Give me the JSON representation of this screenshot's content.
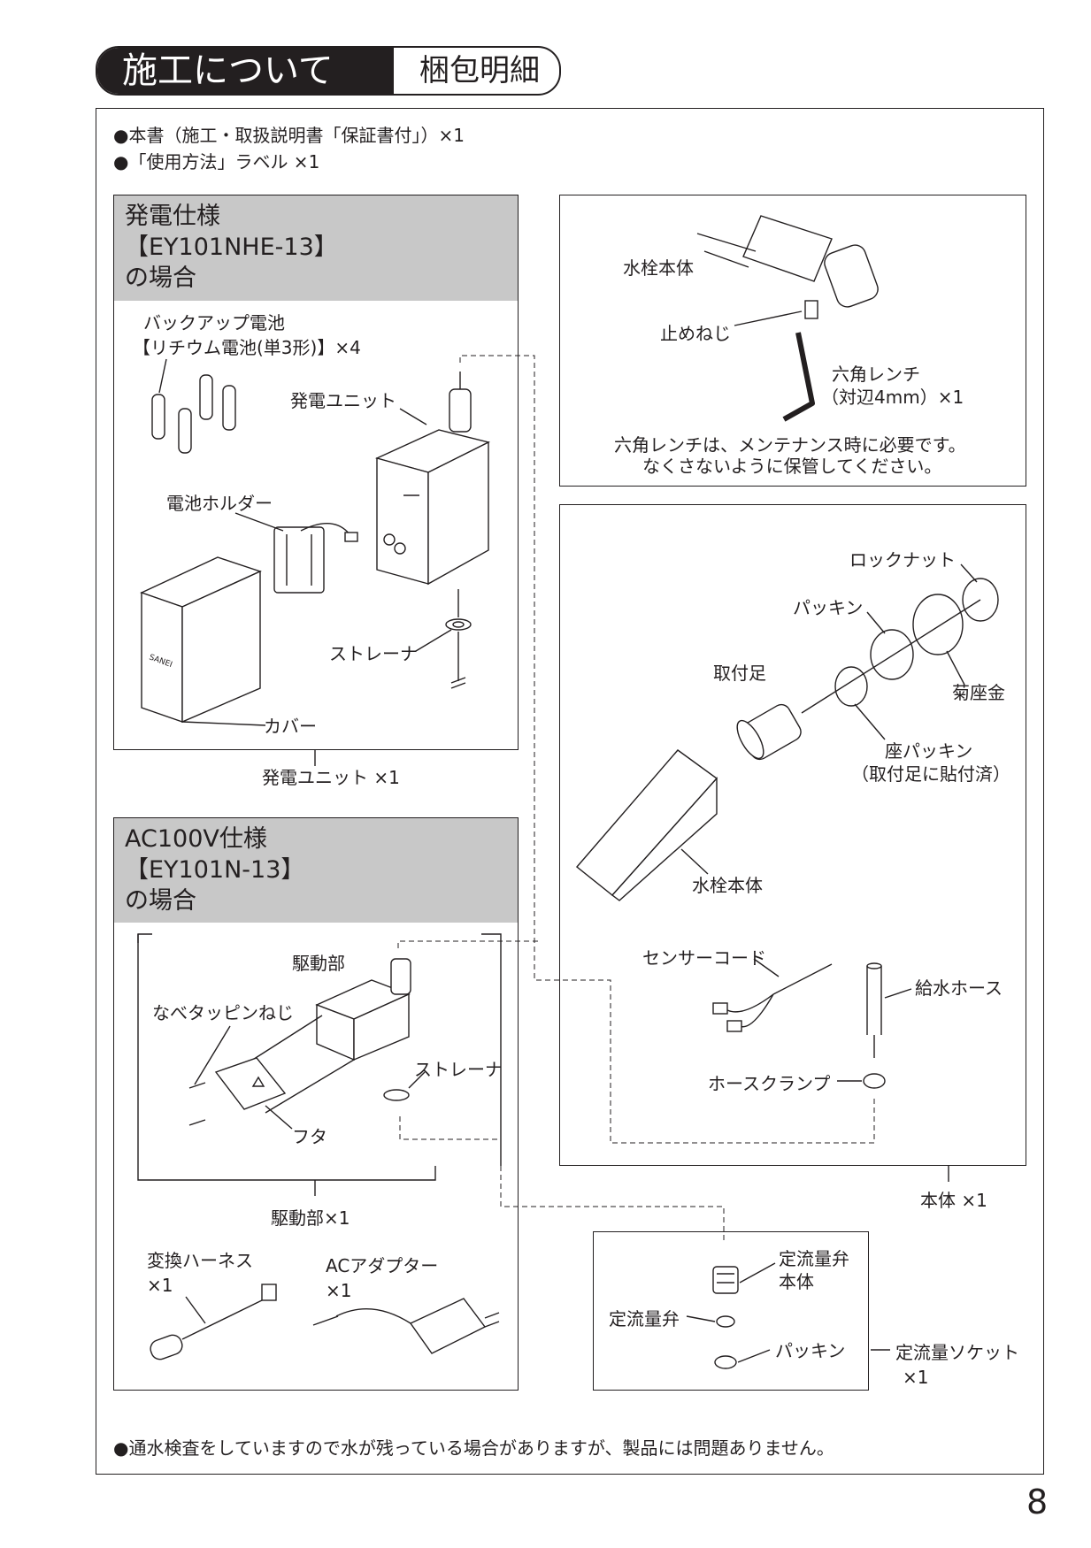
{
  "header": {
    "title": "施工について",
    "subtitle": "梱包明細"
  },
  "intro": [
    "●本書（施工・取扱説明書「保証書付」）×1",
    "●「使用方法」ラベル ×1"
  ],
  "gen_spec": {
    "heading": [
      "発電仕様",
      "【EY101NHE-13】",
      "の場合"
    ],
    "battery_label": [
      "バックアップ電池",
      "【リチウム電池(単3形)】×4"
    ],
    "gen_unit": "発電ユニット",
    "battery_holder": "電池ホルダー",
    "strainer": "ストレーナ",
    "cover": "カバー",
    "cover_brand": "SANEI",
    "total": "発電ユニット ×1"
  },
  "ac_spec": {
    "heading": [
      "AC100V仕様",
      "【EY101N-13】",
      "の場合"
    ],
    "drive": "駆動部",
    "screw": "なべタッピンねじ",
    "strainer": "ストレーナ",
    "lid": "フタ",
    "total": "駆動部×1",
    "harness": [
      "変換ハーネス",
      "×1"
    ],
    "adapter": [
      "ACアダプター",
      "×1"
    ]
  },
  "hex_box": {
    "faucet": "水栓本体",
    "set_screw": "止めねじ",
    "wrench": [
      "六角レンチ",
      "（対辺4mm）×1"
    ],
    "note": [
      "六角レンチは、メンテナンス時に必要です。",
      "なくさないように保管してください。"
    ]
  },
  "body_box": {
    "lock_nut": "ロックナット",
    "packing": "パッキン",
    "mount_leg": "取付足",
    "washer": "菊座金",
    "seat_packing": [
      "座パッキン",
      "（取付足に貼付済）"
    ],
    "faucet": "水栓本体",
    "sensor_cord": "センサーコード",
    "supply_hose": "給水ホース",
    "hose_clamp": "ホースクランプ",
    "total": "本体 ×1"
  },
  "valve_box": {
    "valve_body": [
      "定流量弁",
      "本体"
    ],
    "valve": "定流量弁",
    "packing": "パッキン",
    "socket": [
      "定流量ソケット",
      "×1"
    ]
  },
  "footer_note": "●通水検査をしていますので水が残っている場合がありますが、製品には問題ありません。",
  "page_number": "8"
}
